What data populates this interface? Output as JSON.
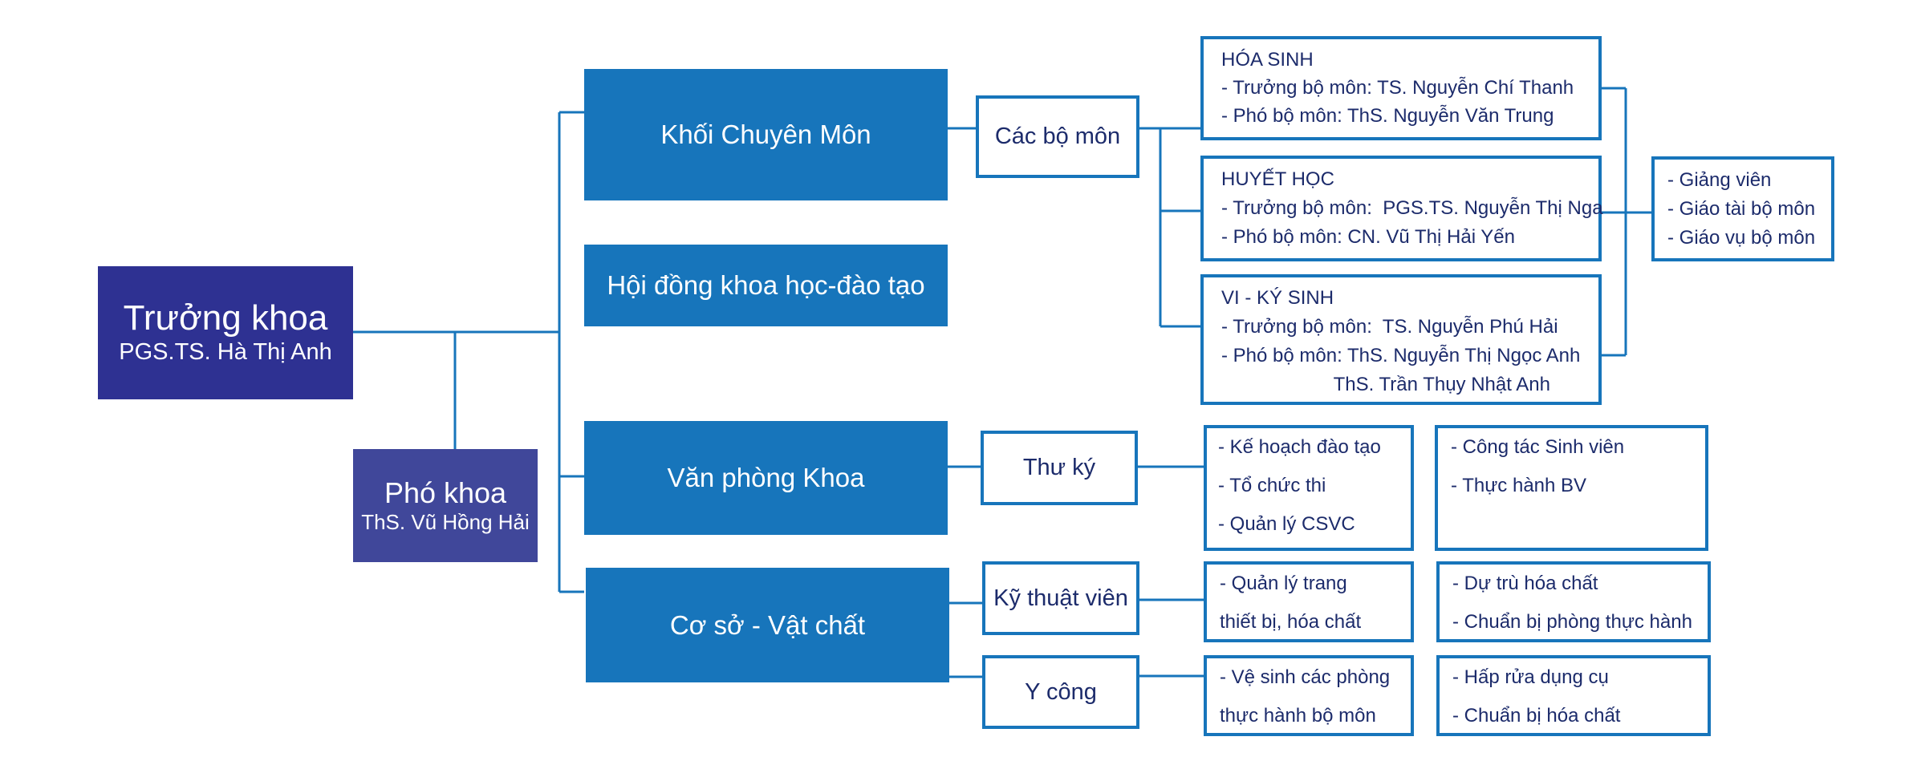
{
  "dean": {
    "title": "Trưởng khoa",
    "name": "PGS.TS. Hà Thị Anh"
  },
  "vice_dean": {
    "title": "Phó khoa",
    "name": "ThS. Vũ Hồng Hải"
  },
  "blocks": {
    "specialty": "Khối Chuyên Môn",
    "council": "Hội đồng khoa học-đào tạo",
    "office": "Văn phòng Khoa",
    "facilities": "Cơ sở - Vật chất"
  },
  "sub_units": {
    "departments": "Các bộ môn",
    "secretary": "Thư ký",
    "technician": "Kỹ thuật viên",
    "janitor": "Y công"
  },
  "departments": [
    {
      "name": "HÓA SINH",
      "lines": [
        "- Trưởng bộ môn: TS. Nguyễn Chí Thanh",
        "- Phó bộ môn: ThS. Nguyễn Văn Trung"
      ]
    },
    {
      "name": "HUYẾT HỌC",
      "lines": [
        "- Trưởng bộ môn:  PGS.TS. Nguyễn Thị Nga",
        "- Phó bộ môn: CN. Vũ Thị Hải Yến"
      ]
    },
    {
      "name": "VI - KÝ SINH",
      "lines": [
        "- Trưởng bộ môn:  TS. Nguyễn Phú Hải",
        "- Phó bộ môn: ThS. Nguyễn Thị Ngọc Anh",
        "                     ThS. Trần Thụy Nhật Anh"
      ]
    }
  ],
  "staff_roles": [
    "- Giảng viên",
    "- Giáo tài bộ môn",
    "- Giáo vụ bộ môn"
  ],
  "secretary_tasks_a": [
    "- Kế hoạch đào tạo",
    "- Tổ chức thi",
    "- Quản lý CSVC"
  ],
  "secretary_tasks_b": [
    "- Công tác Sinh viên",
    "- Thực hành BV"
  ],
  "technician_tasks_a": [
    "- Quản lý trang",
    "thiết bị, hóa chất"
  ],
  "technician_tasks_b": [
    "- Dự trù hóa chất",
    "- Chuẩn bị phòng thực hành"
  ],
  "janitor_tasks_a": [
    "- Vệ sinh các phòng",
    "thực hành bộ môn"
  ],
  "janitor_tasks_b": [
    "- Hấp rửa dụng cụ",
    "- Chuẩn bị hóa chất"
  ],
  "colors": {
    "navy": "#2e3192",
    "purple": "#40479a",
    "blue": "#1775bb",
    "text": "#1c2b6b"
  }
}
